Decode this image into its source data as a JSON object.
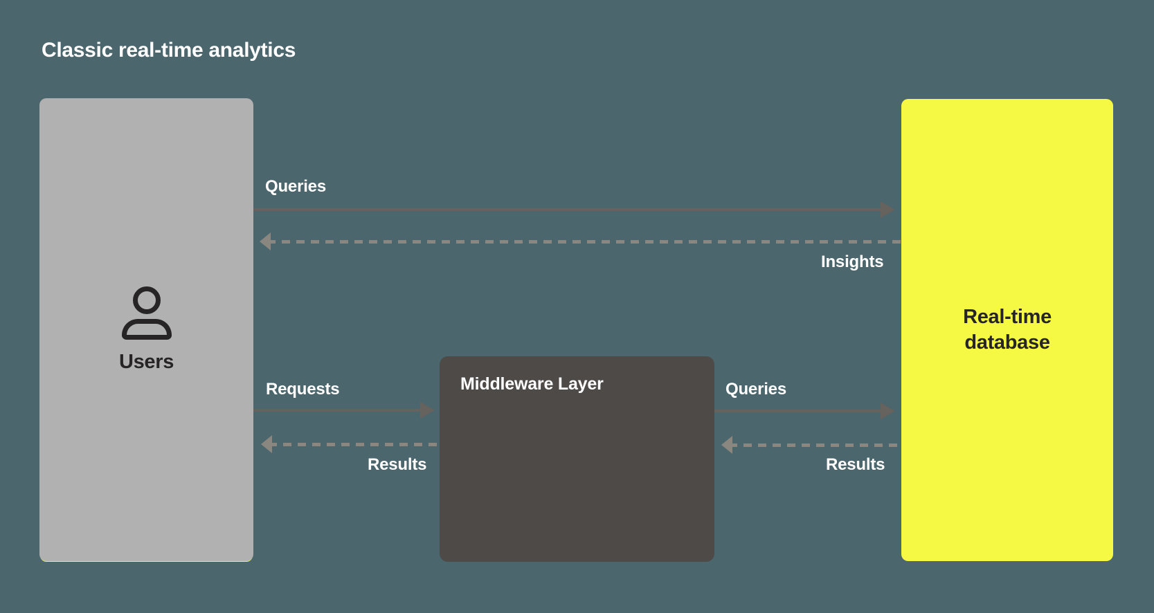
{
  "title": "Classic real-time analytics",
  "colors": {
    "background": "#4b666c",
    "users_box": "#b1b1b1",
    "middleware_box": "#4d4a48",
    "database_box": "#f5f944",
    "solid_arrow": "#66625e",
    "dashed_arrow": "#8a8680",
    "label_text": "#ffffff",
    "title_text": "#ffffff",
    "dark_text": "#262424",
    "users_accent_underline": "#f0f43c"
  },
  "nodes": {
    "users": {
      "label": "Users",
      "icon": "person-icon"
    },
    "middleware": {
      "label": "Middleware Layer"
    },
    "database": {
      "label": "Real-time database"
    }
  },
  "arrows": [
    {
      "id": "users-to-database",
      "label": "Queries",
      "style": "solid",
      "direction": "right"
    },
    {
      "id": "database-to-users",
      "label": "Insights",
      "style": "dashed",
      "direction": "left"
    },
    {
      "id": "users-to-middleware",
      "label": "Requests",
      "style": "solid",
      "direction": "right"
    },
    {
      "id": "middleware-to-users",
      "label": "Results",
      "style": "dashed",
      "direction": "left"
    },
    {
      "id": "middleware-to-database",
      "label": "Queries",
      "style": "solid",
      "direction": "right"
    },
    {
      "id": "database-to-middleware",
      "label": "Results",
      "style": "dashed",
      "direction": "left"
    }
  ]
}
